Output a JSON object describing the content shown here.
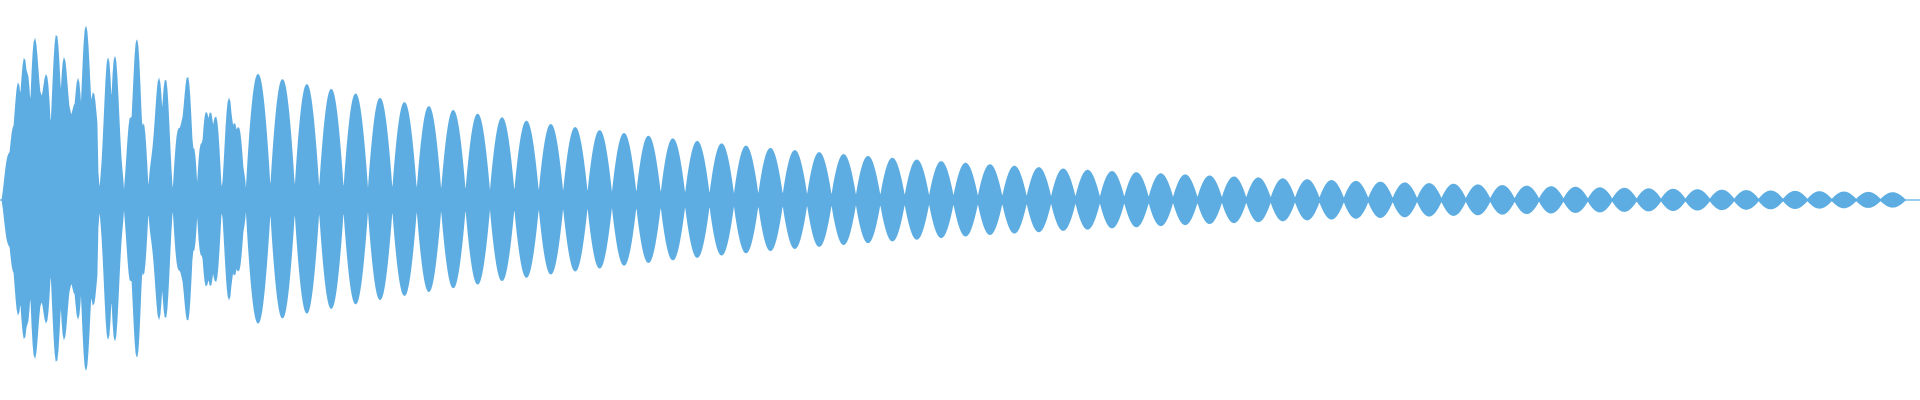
{
  "waveform": {
    "color": "#5DADE2",
    "background": "#ffffff",
    "description": "",
    "envelope": {
      "type": "decaying-beating",
      "attack_peak": 1.0,
      "decay": "exponential",
      "beat_count": 78
    }
  }
}
